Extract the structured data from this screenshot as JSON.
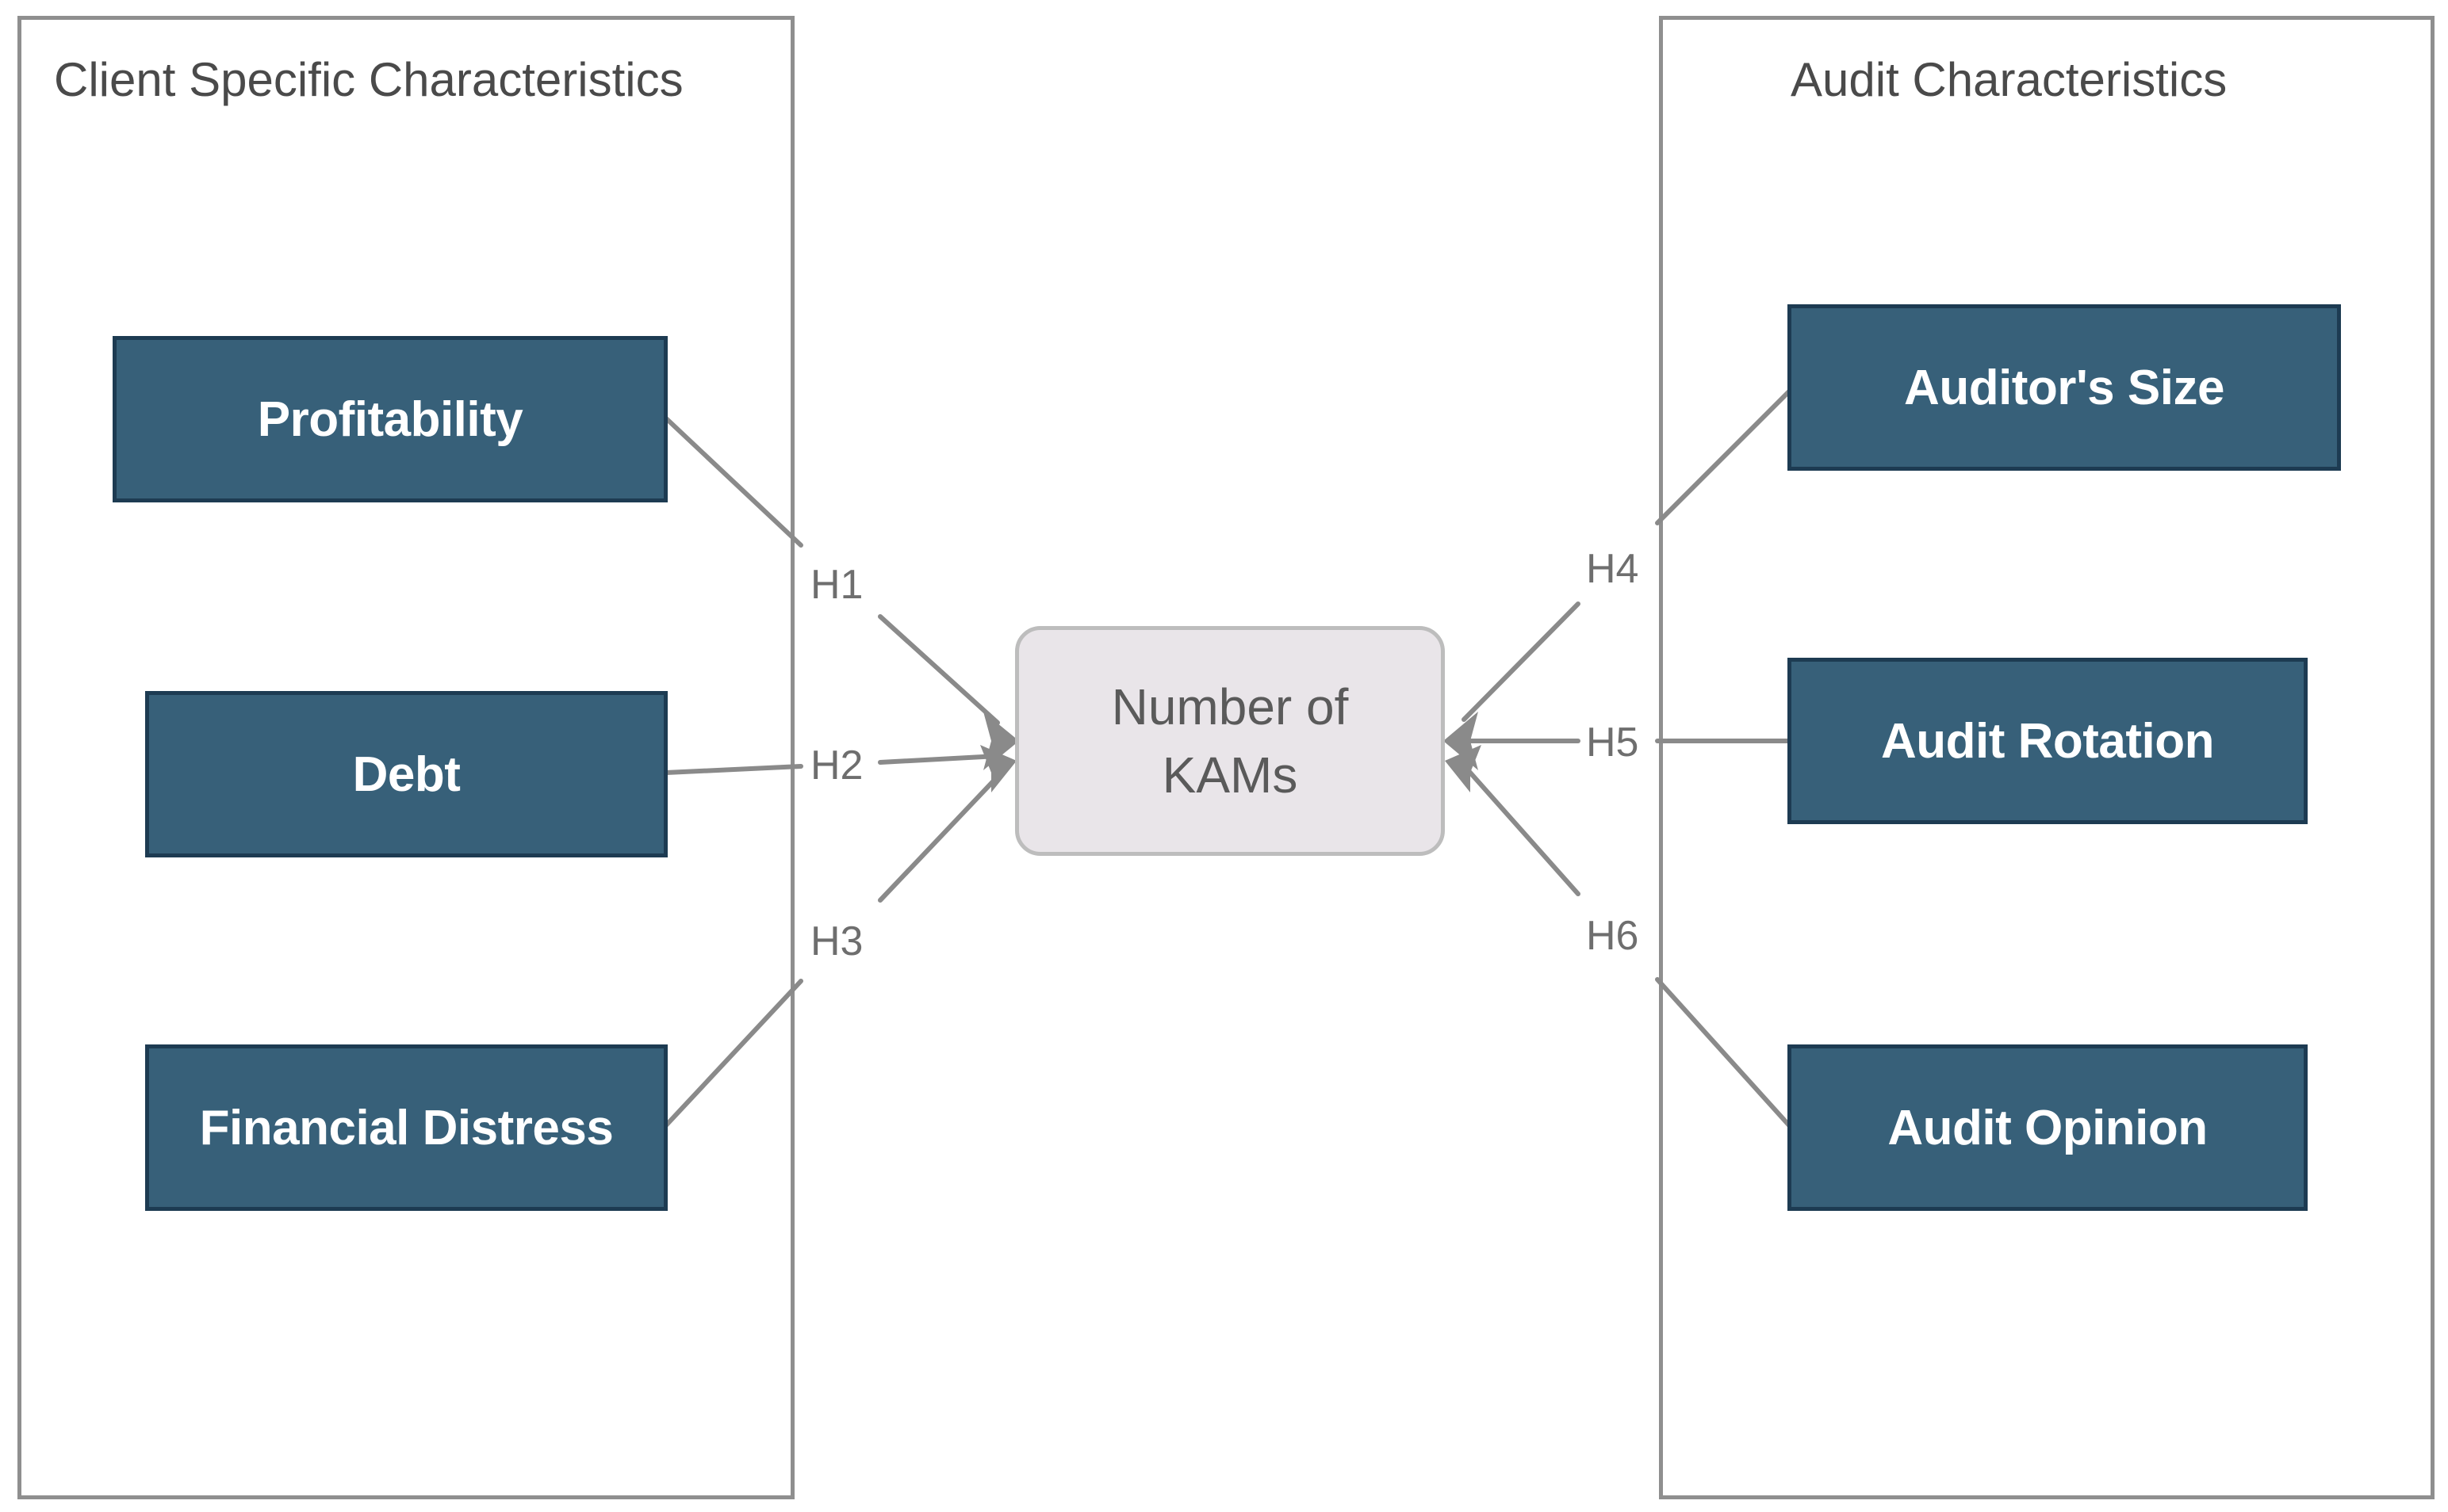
{
  "left_panel": {
    "title": "Client Specific Characteristics",
    "items": [
      "Profitability",
      "Debt",
      "Financial Distress"
    ]
  },
  "right_panel": {
    "title": "Audit Characteristics",
    "items": [
      "Auditor's Size",
      "Audit Rotation",
      "Audit Opinion"
    ]
  },
  "center": {
    "line1": "Number of",
    "line2": "KAMs"
  },
  "hypotheses": [
    "H1",
    "H2",
    "H3",
    "H4",
    "H5",
    "H6"
  ],
  "colors": {
    "box_fill": "#376079",
    "box_border": "#1d3b52",
    "center_fill": "#e9e5e9",
    "line": "#8a8a8a"
  }
}
